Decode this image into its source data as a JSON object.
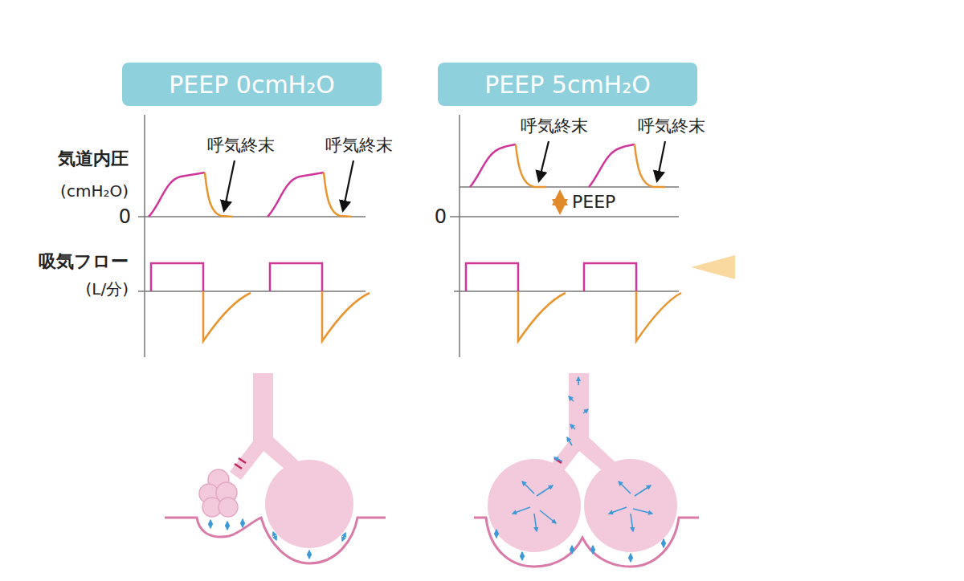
{
  "diagram": {
    "nodes": [
      {
        "text": [
          "PEEP 0cmH₂O"
        ]
      },
      {
        "text": [
          "PEEP 5cmH₂O"
        ]
      }
    ],
    "labels": [
      "気道内圧",
      "(cmH₂O)",
      "呼気終末",
      "呼気終末",
      "呼気終末",
      "呼気終末",
      "0",
      "PEEP",
      "0",
      "吸気フロー",
      "(L/分)"
    ]
  }
}
